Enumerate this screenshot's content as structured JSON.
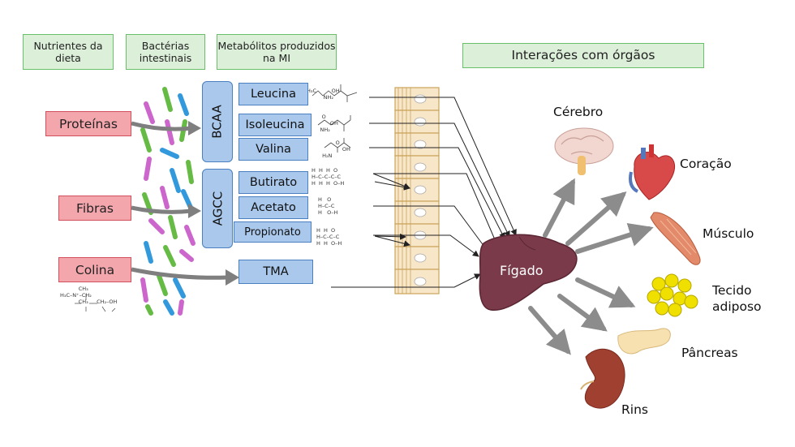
{
  "headers": {
    "nutrients": "Nutrientes da dieta",
    "bacteria": "Bactérias intestinais",
    "metabolites": "Metabólitos produzidos na MI",
    "interactions": "Interações com órgãos"
  },
  "nutrients": [
    "Proteínas",
    "Fibras",
    "Colina"
  ],
  "groups": {
    "bcaa": "BCAA",
    "agcc": "AGCC"
  },
  "metabolites": {
    "leucina": "Leucina",
    "isoleucina": "Isoleucina",
    "valina": "Valina",
    "butirato": "Butirato",
    "acetato": "Acetato",
    "propionato": "Propionato",
    "tma": "TMA"
  },
  "liver_label": "Fígado",
  "organs": {
    "brain": "Cérebro",
    "heart": "Coração",
    "muscle": "Músculo",
    "adipose_line1": "Tecido",
    "adipose_line2": "adiposo",
    "pancreas": "Pâncreas",
    "kidney": "Rins"
  },
  "colors": {
    "header_bg": "#dcefd9",
    "header_border": "#6abf6a",
    "nutrient_bg": "#f4a6ad",
    "nutrient_border": "#d1505e",
    "metabolite_bg": "#a9c8ec",
    "metabolite_border": "#4a7fc0",
    "liver": "#7a3a4a",
    "arrow": "#8c8c8c"
  }
}
